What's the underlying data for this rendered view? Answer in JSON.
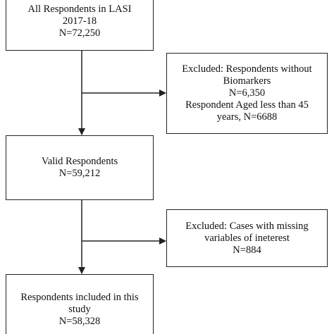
{
  "nodes": {
    "all": {
      "lines": [
        "All Respondents in LASI",
        "2017-18",
        "N=72,250"
      ]
    },
    "excluded_1": {
      "lines": [
        "Excluded: Respondents without",
        "Biomarkers",
        "N=6,350",
        "Respondent Aged less than 45",
        "years, N=6688"
      ]
    },
    "valid": {
      "lines": [
        "Valid Respondents",
        "N=59,212"
      ]
    },
    "excluded_2": {
      "lines": [
        "Excluded: Cases with missing",
        "variables of ineterest",
        "N=884"
      ]
    },
    "included": {
      "lines": [
        "Respondents included in this",
        "study",
        "N=58,328"
      ]
    }
  },
  "edges": [
    {
      "from": "all",
      "to": "valid"
    },
    {
      "from": "all",
      "to": "excluded_1"
    },
    {
      "from": "valid",
      "to": "included"
    },
    {
      "from": "valid",
      "to": "excluded_2"
    }
  ],
  "colors": {
    "stroke": "#222222",
    "text": "#111111",
    "background": "#ffffff"
  }
}
